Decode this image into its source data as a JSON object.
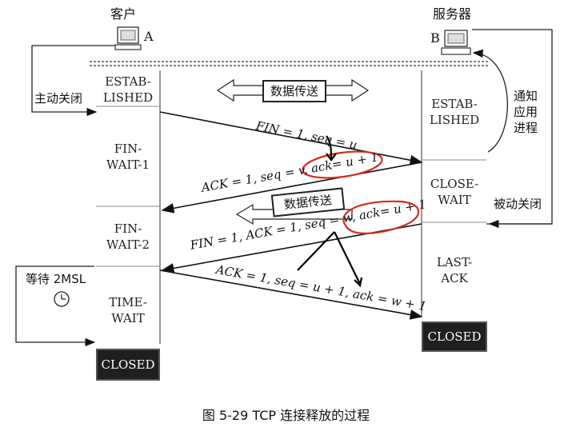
{
  "client_label": "客户",
  "client_letter": "A",
  "server_label": "服务器",
  "server_letter": "B",
  "client_states": [
    "ESTAB-\nLISHED",
    "FIN-\nWAIT-1",
    "FIN-\nWAIT-2",
    "TIME-\nWAIT"
  ],
  "client_closed": "CLOSED",
  "server_states": [
    "ESTAB-\nLISHED",
    "CLOSE-\nWAIT",
    "LAST-\nACK"
  ],
  "server_closed": "CLOSED",
  "active_close": "主动关闭",
  "passive_close": "被动关闭",
  "notify_app": "通知\n应用\n进程",
  "wait_2msl": "等待 2MSL",
  "data_transfer_1": "数据传送",
  "data_transfer_2": "数据传送",
  "messages": {
    "fin1": "FIN = 1, seq = u",
    "ack1": "ACK = 1, seq = v, ack= u + 1",
    "fin2": "FIN = 1, ACK = 1, seq = w, ack= u + 1",
    "ack2": "ACK = 1, seq = u + 1, ack = w + 1"
  },
  "caption": "图 5-29    TCP 连接释放的过程",
  "colors": {
    "line": "#111111",
    "annotation": "#d42a1e",
    "closed_bg": "#1f1f1f"
  }
}
